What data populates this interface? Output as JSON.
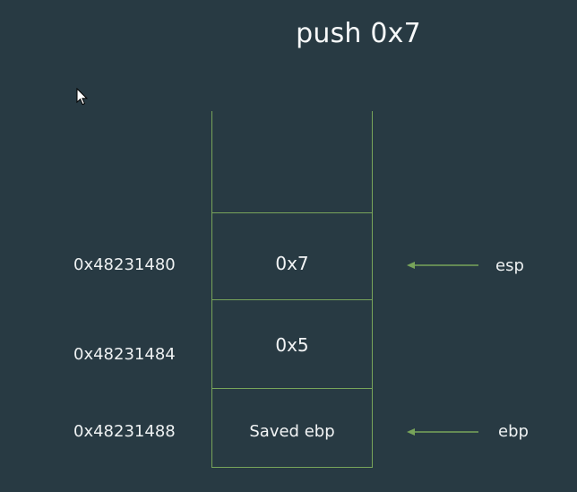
{
  "title": "push 0x7",
  "stack": {
    "cells": [
      {
        "value": "0x7",
        "address": "0x48231480",
        "pointer": "esp"
      },
      {
        "value": "0x5",
        "address": "0x48231484",
        "pointer": ""
      },
      {
        "value": "Saved ebp",
        "address": "0x48231488",
        "pointer": "ebp"
      }
    ]
  },
  "colors": {
    "background": "#283a43",
    "stack_lines": "#78a45a",
    "arrows": "#78a45a",
    "text": "#f2f4f5"
  },
  "icons": {
    "cursor": "mouse-pointer-icon",
    "arrow": "left-arrow-icon"
  }
}
